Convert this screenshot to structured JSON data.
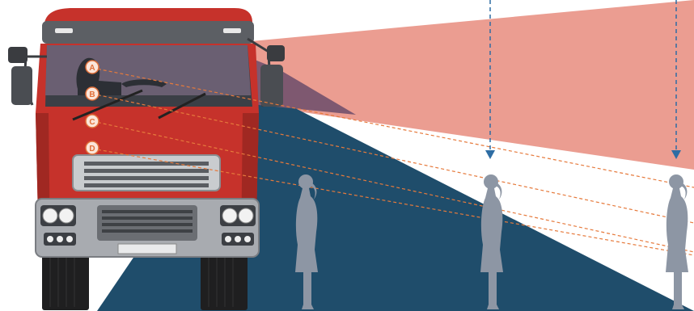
{
  "colors": {
    "sky_zone": "#eb9d91",
    "ground_zone": "#1f4d6b",
    "overlap_zone": "#7e5870",
    "cab_red": "#c6322b",
    "cab_dark": "#a02822",
    "grey_trim": "#5c5f64",
    "pedestrian": "#8d96a4",
    "sight_line": "#e67a3c",
    "arrow": "#2e6da4",
    "marker_fill": "#fbe6da",
    "marker_stroke": "#e0703a"
  },
  "eye_points": [
    {
      "label": "A",
      "icon": "eye-point-marker"
    },
    {
      "label": "B",
      "icon": "eye-point-marker"
    },
    {
      "label": "C",
      "icon": "eye-point-marker"
    },
    {
      "label": "D",
      "icon": "eye-point-marker"
    }
  ],
  "pedestrians": [
    {
      "icon": "pedestrian-silhouette"
    },
    {
      "icon": "pedestrian-silhouette"
    },
    {
      "icon": "pedestrian-silhouette"
    }
  ],
  "arrows": [
    {
      "icon": "dashed-down-arrow"
    },
    {
      "icon": "dashed-down-arrow"
    }
  ]
}
